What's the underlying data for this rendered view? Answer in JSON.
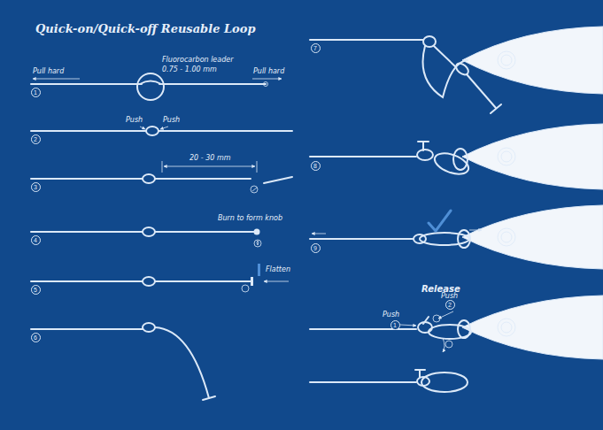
{
  "diagram": {
    "title": "Quick-on/Quick-off Reusable Loop",
    "nodes": [
      {
        "text": [
          "1"
        ]
      },
      {
        "text": [
          "2"
        ]
      },
      {
        "text": [
          "3"
        ]
      },
      {
        "text": [
          "4"
        ]
      },
      {
        "text": [
          "5"
        ]
      },
      {
        "text": [
          "6"
        ]
      },
      {
        "text": [
          "7"
        ]
      },
      {
        "text": [
          "8"
        ]
      },
      {
        "text": [
          "9"
        ]
      },
      {
        "text": [
          "1"
        ]
      },
      {
        "text": [
          "2"
        ]
      }
    ],
    "labels": [
      "Fluorocarbon leader",
      "0.75 - 1.00 mm",
      "Pull hard",
      "Pull hard",
      "Push",
      "Push",
      "20 - 30 mm",
      "Burn to form knob",
      "Flatten",
      "Release",
      "Push",
      "Push"
    ]
  }
}
